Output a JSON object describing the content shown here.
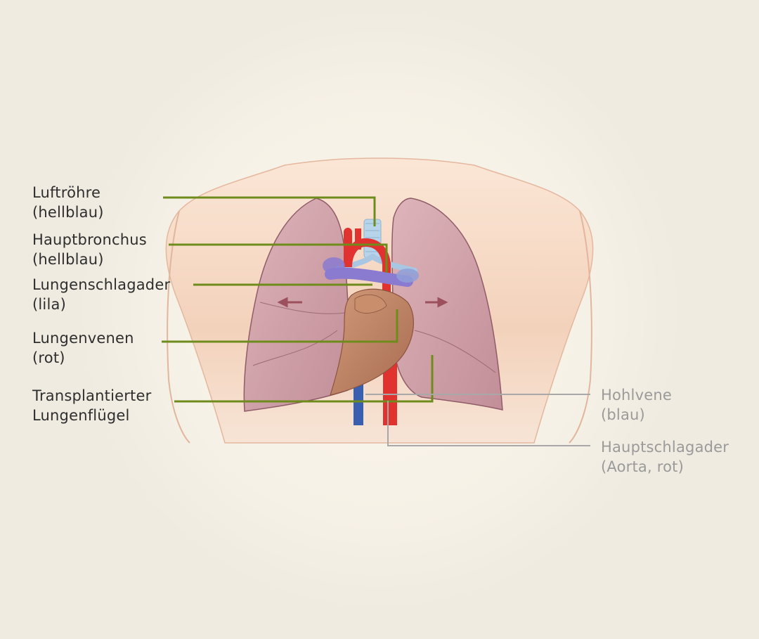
{
  "labels_left": [
    {
      "id": "trachea",
      "line1": "Luftröhre",
      "line2": "(hellblau)"
    },
    {
      "id": "main-bronchus",
      "line1": "Hauptbronchus",
      "line2": "(hellblau)"
    },
    {
      "id": "pulmonary-artery",
      "line1": "Lungenschlagader",
      "line2": "(lila)"
    },
    {
      "id": "pulmonary-veins",
      "line1": "Lungenvenen",
      "line2": "(rot)"
    },
    {
      "id": "transplanted-lung",
      "line1": "Transplantierter",
      "line2": "Lungenflügel"
    }
  ],
  "labels_right": [
    {
      "id": "vena-cava",
      "line1": "Hohlvene",
      "line2": "(blau)"
    },
    {
      "id": "aorta",
      "line1": "Hauptschlagader",
      "line2": "(Aorta, rot)"
    }
  ],
  "colors": {
    "background": "#efebe1",
    "skin": "#f4d6c0",
    "lung": "#c9919f",
    "leader_line_left": "#6e8c1c",
    "leader_line_right": "#a8a8a8",
    "artery_red": "#e0322f",
    "vein_blue": "#3a5fb0",
    "pulmonary_artery_purple": "#8a7ad0",
    "trachea_lightblue": "#b8d4ea",
    "heart": "#b87a5a"
  }
}
